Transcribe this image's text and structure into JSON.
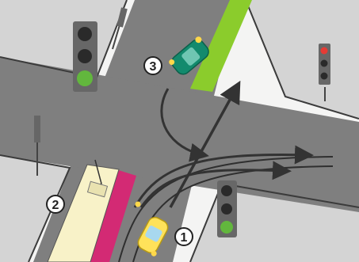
{
  "colors": {
    "background": "#f4f4f3",
    "corner": "#d4d4d4",
    "road": "#7f7f7f",
    "road_edge": "#3b3b3b",
    "median": "#8bcc2c",
    "arrow": "#333333",
    "traffic_light_body": "#676767",
    "light_off": "#2a2a2a",
    "light_green": "#62b73d",
    "light_red": "#e53b35",
    "tram_body": "#f8f2c8",
    "tram_side": "#d32a74",
    "car_yellow": "#ffe25a",
    "car_green": "#138a6d",
    "blinker": "#ffd84a"
  },
  "markers": [
    {
      "id": "1",
      "label": "1"
    },
    {
      "id": "2",
      "label": "2"
    },
    {
      "id": "3",
      "label": "3"
    }
  ],
  "traffic_lights": [
    {
      "name": "top-left",
      "active": "green"
    },
    {
      "name": "bottom-right",
      "active": "green"
    },
    {
      "name": "right",
      "active": "red"
    }
  ]
}
